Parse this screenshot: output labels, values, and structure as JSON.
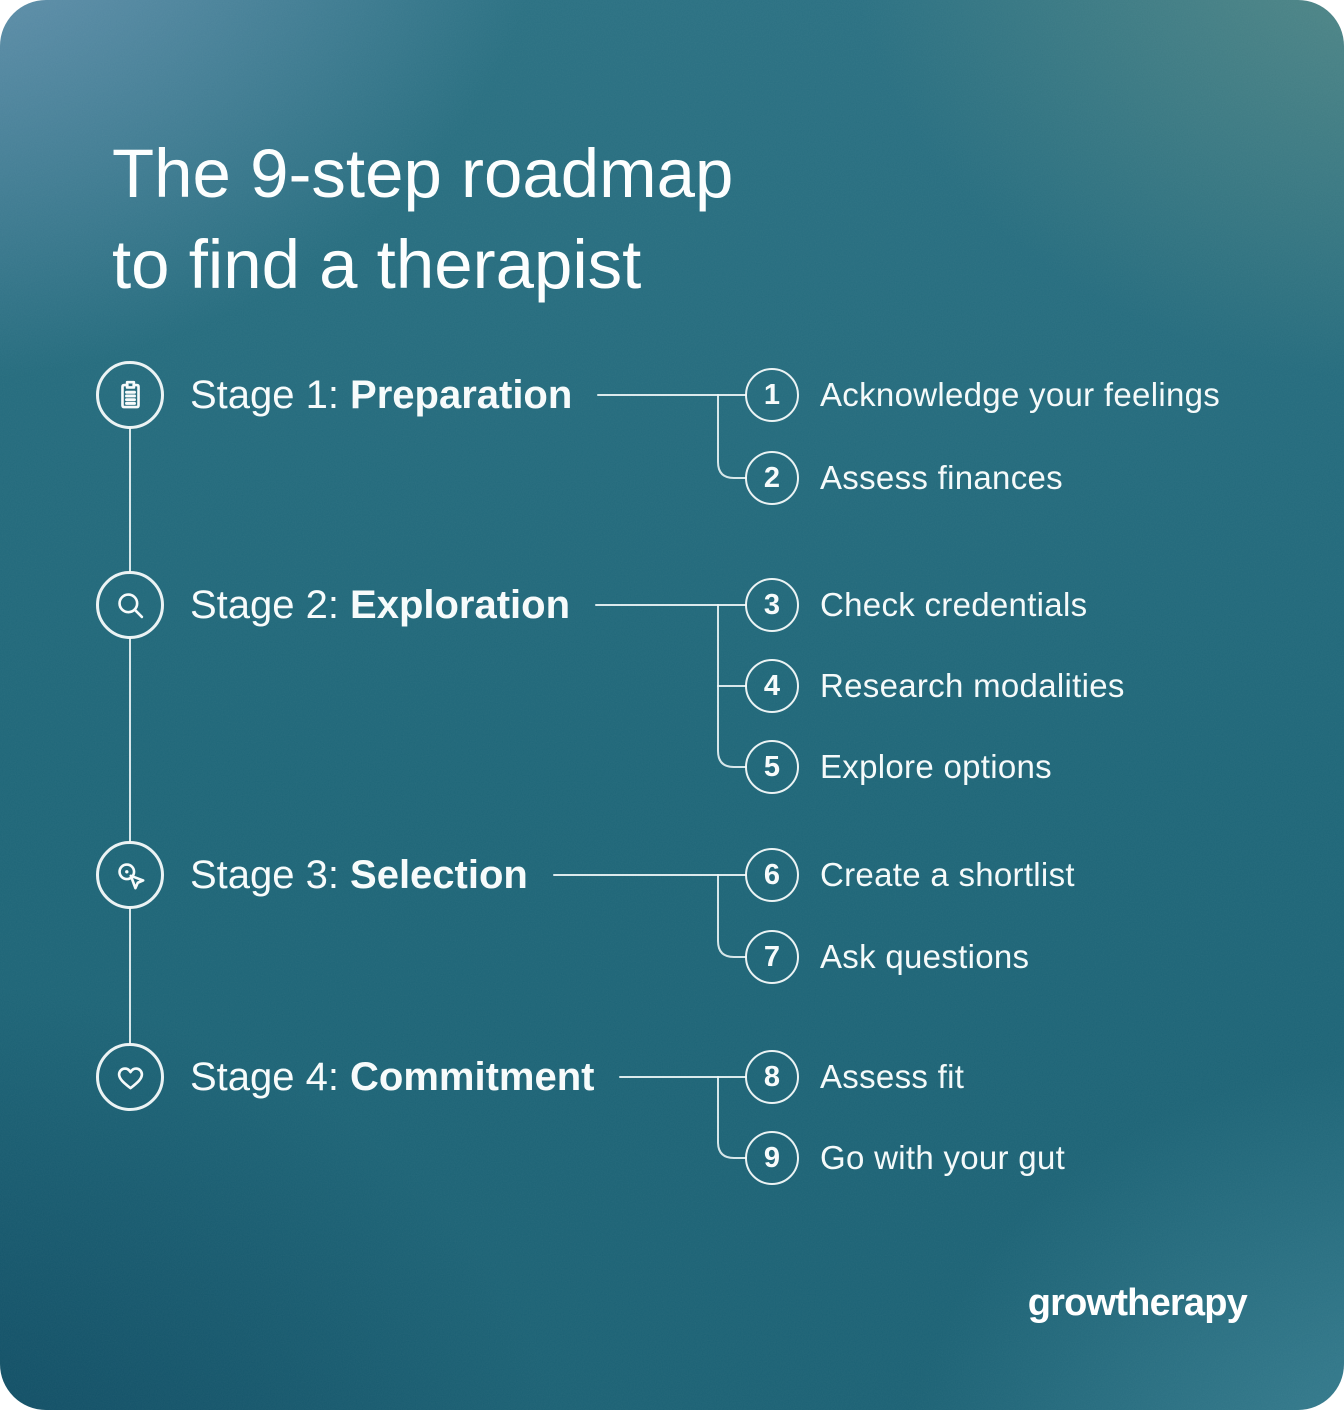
{
  "title": {
    "line1": "The 9-step roadmap",
    "line2": "to find a therapist"
  },
  "stages": [
    {
      "prefix": "Stage 1:",
      "name": "Preparation",
      "icon": "clipboard-icon"
    },
    {
      "prefix": "Stage 2:",
      "name": "Exploration",
      "icon": "search-icon"
    },
    {
      "prefix": "Stage 3:",
      "name": "Selection",
      "icon": "cursor-click-icon"
    },
    {
      "prefix": "Stage 4:",
      "name": "Commitment",
      "icon": "heart-icon"
    }
  ],
  "steps": [
    {
      "num": "1",
      "label": "Acknowledge your feelings"
    },
    {
      "num": "2",
      "label": "Assess finances"
    },
    {
      "num": "3",
      "label": "Check credentials"
    },
    {
      "num": "4",
      "label": "Research modalities"
    },
    {
      "num": "5",
      "label": "Explore options"
    },
    {
      "num": "6",
      "label": "Create a shortlist"
    },
    {
      "num": "7",
      "label": "Ask questions"
    },
    {
      "num": "8",
      "label": "Assess fit"
    },
    {
      "num": "9",
      "label": "Go with your gut"
    }
  ],
  "brand": {
    "logo_text": "growtherapy"
  },
  "colors": {
    "background_top_left": "#5b87a6",
    "background_top_right": "#4f7f7c",
    "background_mid": "#1f6a7b",
    "background_bottom_left": "#14576e",
    "background_bottom_right": "#3b7f8e",
    "text": "#f7fbfb",
    "line": "#e9f2f3"
  }
}
